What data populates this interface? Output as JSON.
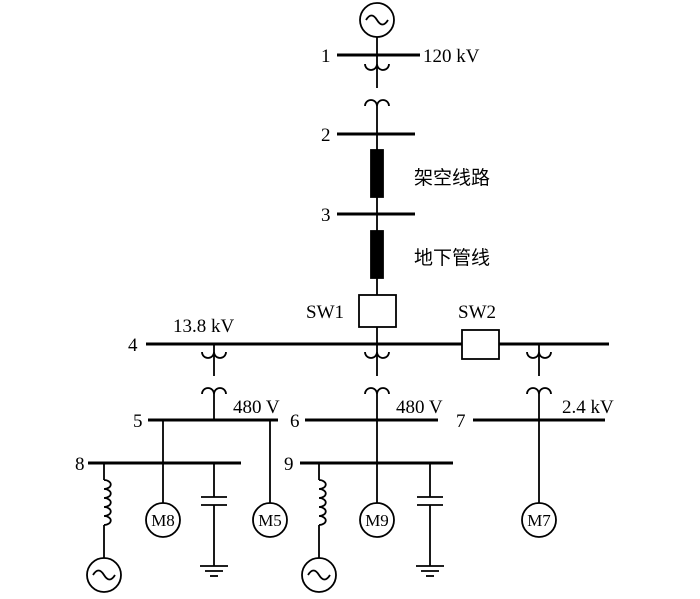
{
  "buses": [
    {
      "id": "bus-1",
      "number": "1",
      "voltage": "120 kV"
    },
    {
      "id": "bus-2",
      "number": "2",
      "voltage": ""
    },
    {
      "id": "bus-3",
      "number": "3",
      "voltage": ""
    },
    {
      "id": "bus-4",
      "number": "4",
      "voltage": "13.8 kV"
    },
    {
      "id": "bus-5",
      "number": "5",
      "voltage": "480 V"
    },
    {
      "id": "bus-6",
      "number": "6",
      "voltage": "480 V"
    },
    {
      "id": "bus-7",
      "number": "7",
      "voltage": "2.4 kV"
    },
    {
      "id": "bus-8",
      "number": "8",
      "voltage": ""
    },
    {
      "id": "bus-9",
      "number": "9",
      "voltage": ""
    }
  ],
  "line_labels": {
    "overhead": "架空线路",
    "underground": "地下管线"
  },
  "switches": {
    "sw1": "SW1",
    "sw2": "SW2"
  },
  "motors": {
    "m8": "M8",
    "m5": "M5",
    "m9": "M9",
    "m7": "M7"
  },
  "colors": {
    "line": "#000000",
    "cable": "#000000",
    "background": "#ffffff"
  }
}
